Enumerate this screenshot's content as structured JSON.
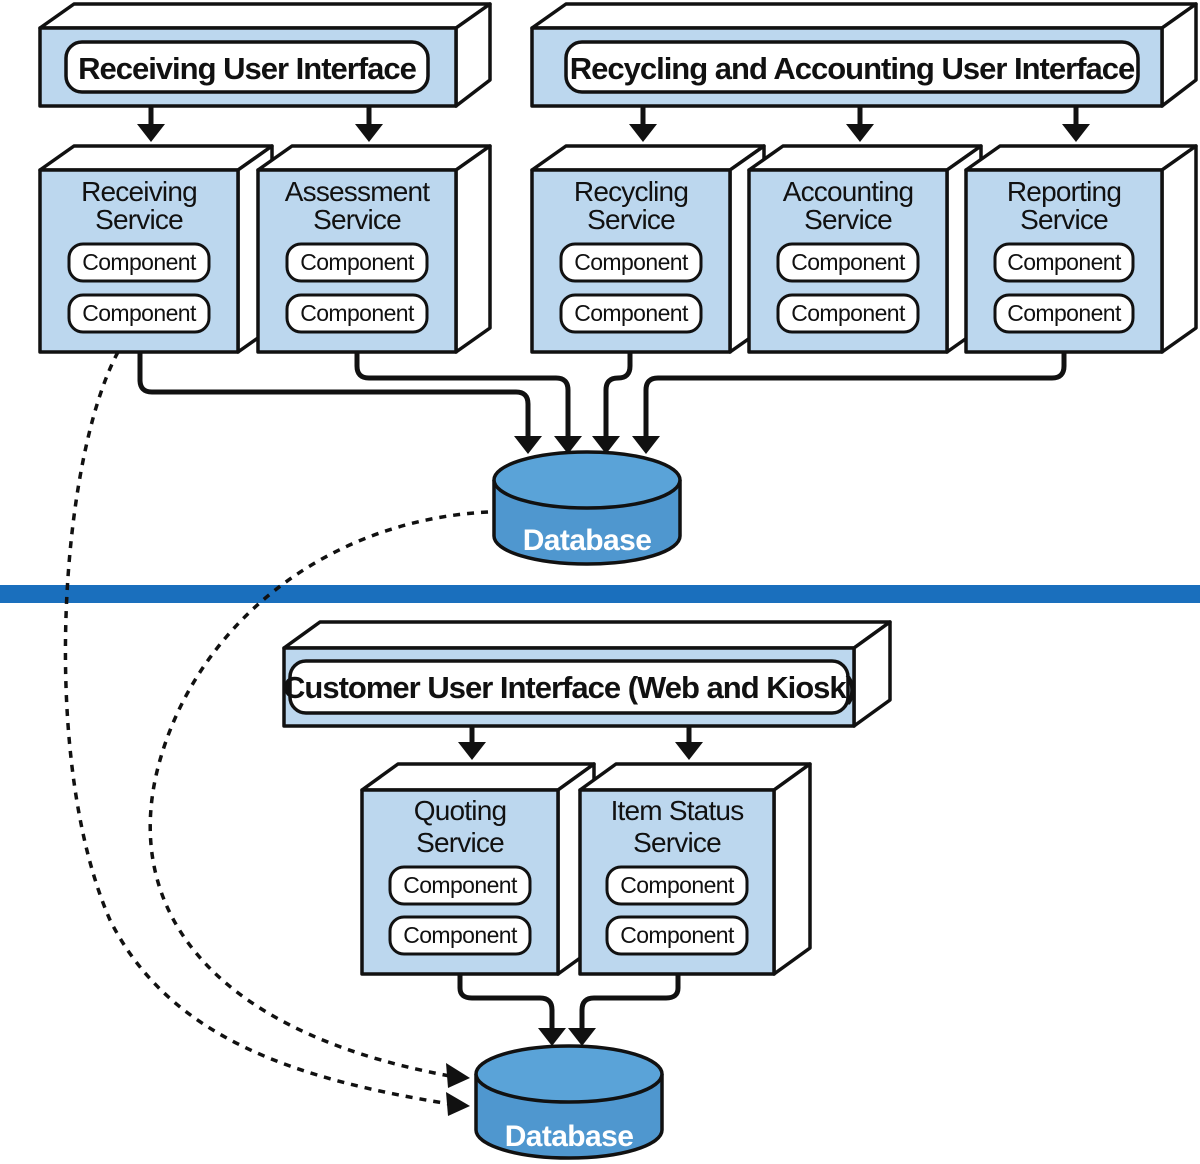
{
  "top_section": {
    "receiving_ui": {
      "label": "Receiving User Interface"
    },
    "recycling_accounting_ui": {
      "label": "Recycling and Accounting User Interface"
    },
    "services": [
      {
        "name_line1": "Receiving",
        "name_line2": "Service",
        "components": [
          "Component",
          "Component"
        ]
      },
      {
        "name_line1": "Assessment",
        "name_line2": "Service",
        "components": [
          "Component",
          "Component"
        ]
      },
      {
        "name_line1": "Recycling",
        "name_line2": "Service",
        "components": [
          "Component",
          "Component"
        ]
      },
      {
        "name_line1": "Accounting",
        "name_line2": "Service",
        "components": [
          "Component",
          "Component"
        ]
      },
      {
        "name_line1": "Reporting",
        "name_line2": "Service",
        "components": [
          "Component",
          "Component"
        ]
      }
    ],
    "database": {
      "label": "Database"
    }
  },
  "bottom_section": {
    "customer_ui": {
      "label": "Customer User Interface (Web and Kiosk)"
    },
    "services": [
      {
        "name_line1": "Quoting",
        "name_line2": "Service",
        "components": [
          "Component",
          "Component"
        ]
      },
      {
        "name_line1": "Item Status",
        "name_line2": "Service",
        "components": [
          "Component",
          "Component"
        ]
      }
    ],
    "database": {
      "label": "Database"
    }
  },
  "colors": {
    "box_face": "#bcd7ee",
    "database": "#4f97cf",
    "database_top": "#5aa3d8",
    "divider": "#1a6fbd",
    "stroke": "#111111"
  }
}
